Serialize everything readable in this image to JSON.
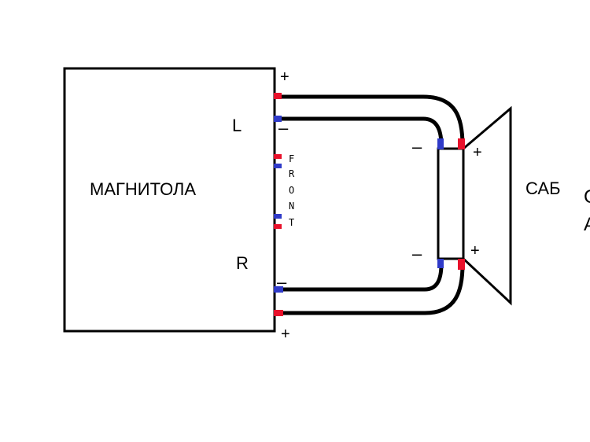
{
  "diagram": {
    "headunit_label": "МАГНИТОЛА",
    "channel_left": "L",
    "channel_right": "R",
    "front_label": [
      "F",
      "R",
      "O",
      "N",
      "T"
    ],
    "sub_label": "САБ",
    "edge_text_1": "С",
    "edge_text_2": "А",
    "signs": {
      "plus": "+",
      "minus": "–"
    }
  },
  "colors": {
    "wire": "#000000",
    "positive": "#e8112b",
    "negative": "#2f3ac8",
    "background": "#ffffff"
  }
}
